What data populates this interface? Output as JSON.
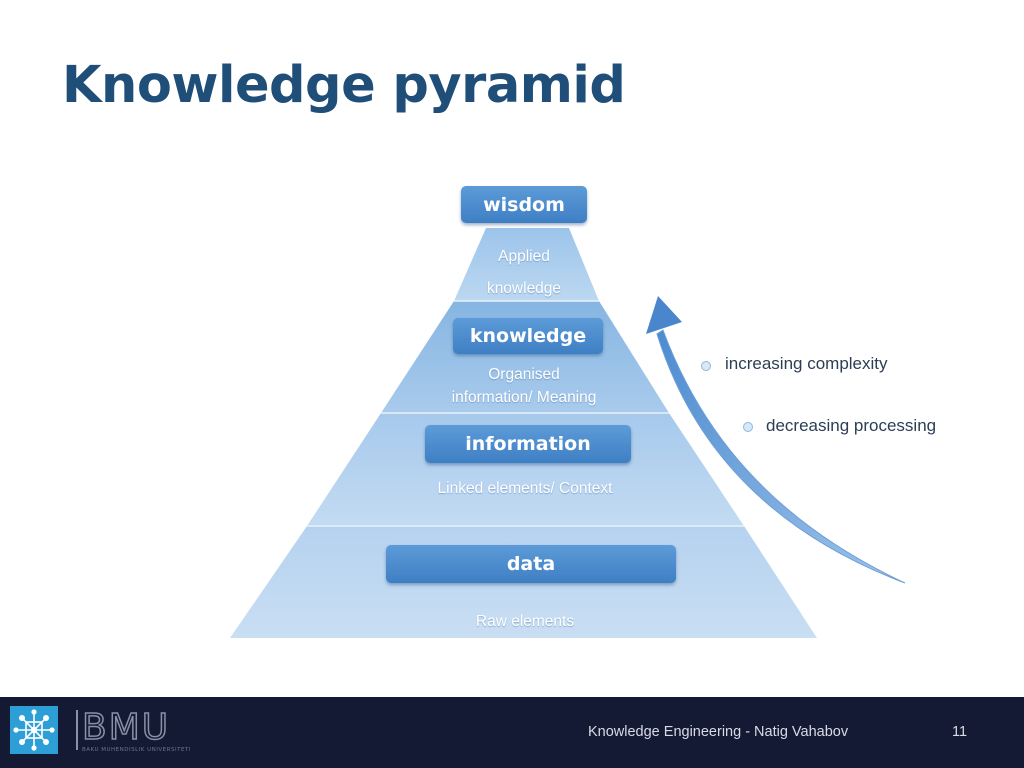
{
  "slide": {
    "title": "Knowledge pyramid"
  },
  "pyramid": {
    "levels": [
      {
        "label": "wisdom",
        "description": [
          "Applied",
          "knowledge"
        ]
      },
      {
        "label": "knowledge",
        "description": [
          "Organised",
          "information/ Meaning"
        ]
      },
      {
        "label": "information",
        "description": [
          "Linked elements/ Context"
        ]
      },
      {
        "label": "data",
        "description": [
          "Raw elements"
        ]
      }
    ]
  },
  "arrow": {
    "labels": [
      "increasing complexity",
      "decreasing processing"
    ]
  },
  "footer": {
    "logo_text": "BMU",
    "logo_subtext": "BAKU MUHENDISLIK UNIVERSITETI",
    "presentation": "Knowledge Engineering - Natig Vahabov",
    "page_number": "11"
  },
  "colors": {
    "title": "#1f4e79",
    "pyramid_light": "#bcd7ef",
    "pyramid_mid": "#8fbbe5",
    "label_box": "#4a8bcf",
    "footer_bg": "#141a33",
    "logo_accent": "#2e9fd6"
  }
}
